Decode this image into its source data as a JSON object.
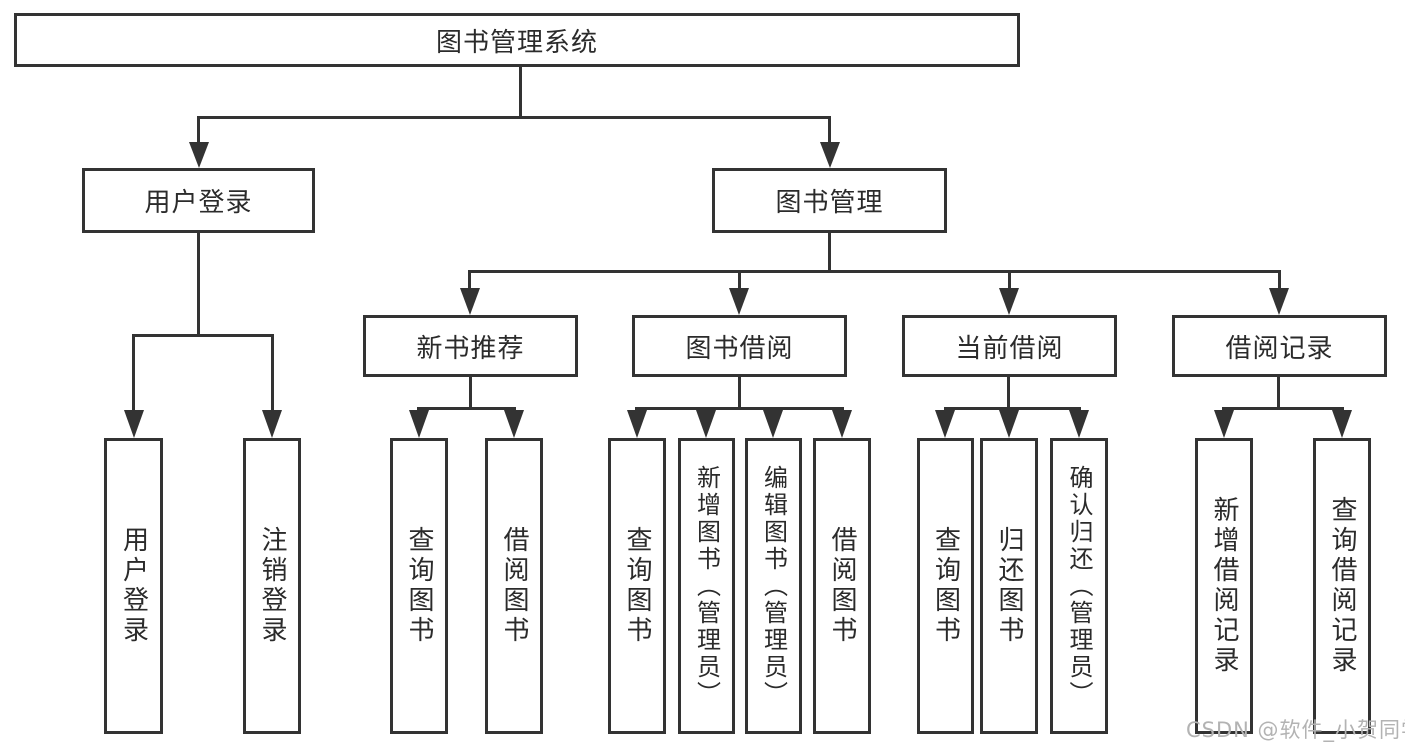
{
  "nodes": {
    "root": {
      "label": "图书管理系统"
    },
    "user_login": {
      "label": "用户登录"
    },
    "book_mgmt": {
      "label": "图书管理"
    },
    "new_book_rec": {
      "label": "新书推荐"
    },
    "book_borrow": {
      "label": "图书借阅"
    },
    "current_borrow": {
      "label": "当前借阅"
    },
    "borrow_records": {
      "label": "借阅记录"
    },
    "leaf_user_login": {
      "label": "用户登录"
    },
    "leaf_logout": {
      "label": "注销登录"
    },
    "leaf_nbr_query": {
      "label": "查询图书"
    },
    "leaf_nbr_borrow": {
      "label": "借阅图书"
    },
    "leaf_bb_query": {
      "label": "查询图书"
    },
    "leaf_bb_add": {
      "label": "新增图书（管理员）"
    },
    "leaf_bb_edit": {
      "label": "编辑图书（管理员）"
    },
    "leaf_bb_borrow": {
      "label": "借阅图书"
    },
    "leaf_cb_query": {
      "label": "查询图书"
    },
    "leaf_cb_return": {
      "label": "归还图书"
    },
    "leaf_cb_confirm": {
      "label": "确认归还（管理员）"
    },
    "leaf_br_add": {
      "label": "新增借阅记录"
    },
    "leaf_br_query": {
      "label": "查询借阅记录"
    }
  },
  "hierarchy": {
    "图书管理系统": {
      "用户登录": [
        "用户登录",
        "注销登录"
      ],
      "图书管理": {
        "新书推荐": [
          "查询图书",
          "借阅图书"
        ],
        "图书借阅": [
          "查询图书",
          "新增图书（管理员）",
          "编辑图书（管理员）",
          "借阅图书"
        ],
        "当前借阅": [
          "查询图书",
          "归还图书",
          "确认归还（管理员）"
        ],
        "借阅记录": [
          "新增借阅记录",
          "查询借阅记录"
        ]
      }
    }
  },
  "watermark": {
    "text": "CSDN @软件_小贺同学"
  },
  "colors": {
    "line": "#333333",
    "text": "#2b2b2b",
    "background": "#ffffff",
    "watermark": "#b3b3b3"
  }
}
